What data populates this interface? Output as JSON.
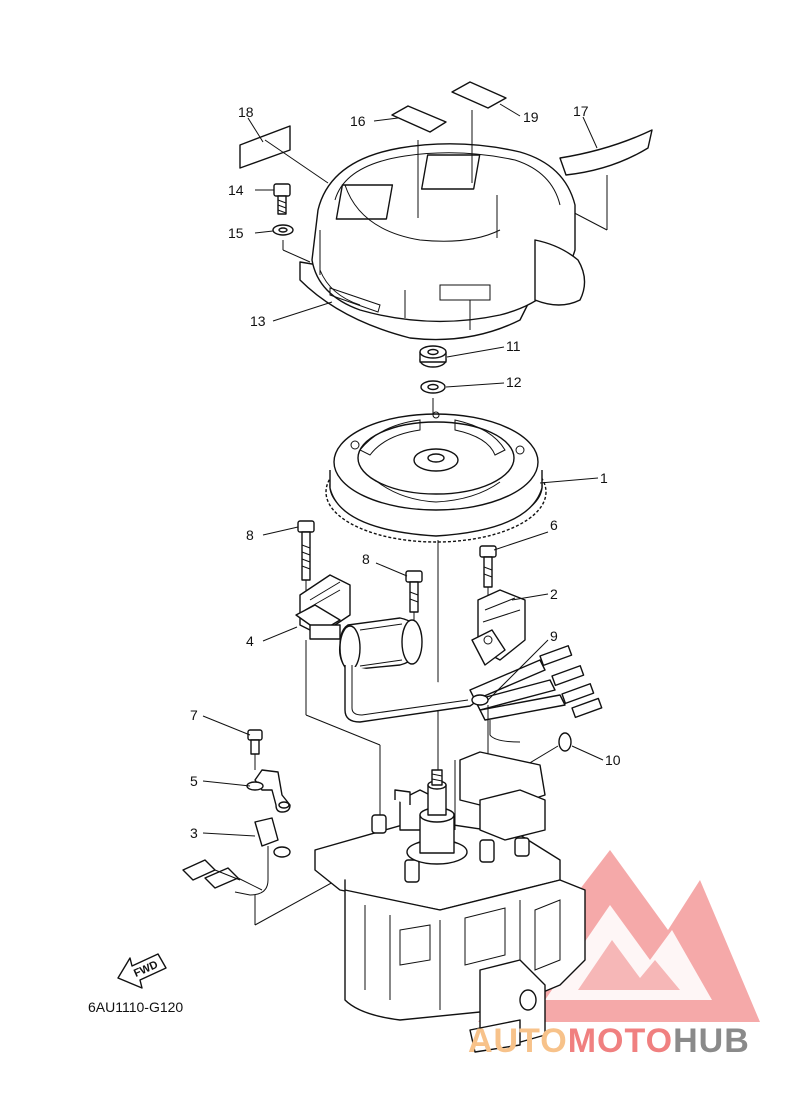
{
  "callouts": [
    {
      "id": "1",
      "text": "1"
    },
    {
      "id": "2",
      "text": "2"
    },
    {
      "id": "3",
      "text": "3"
    },
    {
      "id": "4",
      "text": "4"
    },
    {
      "id": "5",
      "text": "5"
    },
    {
      "id": "6",
      "text": "6"
    },
    {
      "id": "7",
      "text": "7"
    },
    {
      "id": "8a",
      "text": "8"
    },
    {
      "id": "8b",
      "text": "8"
    },
    {
      "id": "9",
      "text": "9"
    },
    {
      "id": "10",
      "text": "10"
    },
    {
      "id": "11",
      "text": "11"
    },
    {
      "id": "12",
      "text": "12"
    },
    {
      "id": "13",
      "text": "13"
    },
    {
      "id": "14",
      "text": "14"
    },
    {
      "id": "15",
      "text": "15"
    },
    {
      "id": "16",
      "text": "16"
    },
    {
      "id": "17",
      "text": "17"
    },
    {
      "id": "18",
      "text": "18"
    },
    {
      "id": "19",
      "text": "19"
    }
  ],
  "diagram_code": "6AU1110-G120",
  "fwd_label": "FWD",
  "watermark": {
    "part1": "AUTO",
    "part2": "MOTO",
    "part3": "HUB",
    "color_light": "#f7c28a",
    "color_red": "#f08080",
    "color_gray": "#8a8a8a"
  },
  "colors": {
    "line": "#111111",
    "background": "#ffffff"
  }
}
